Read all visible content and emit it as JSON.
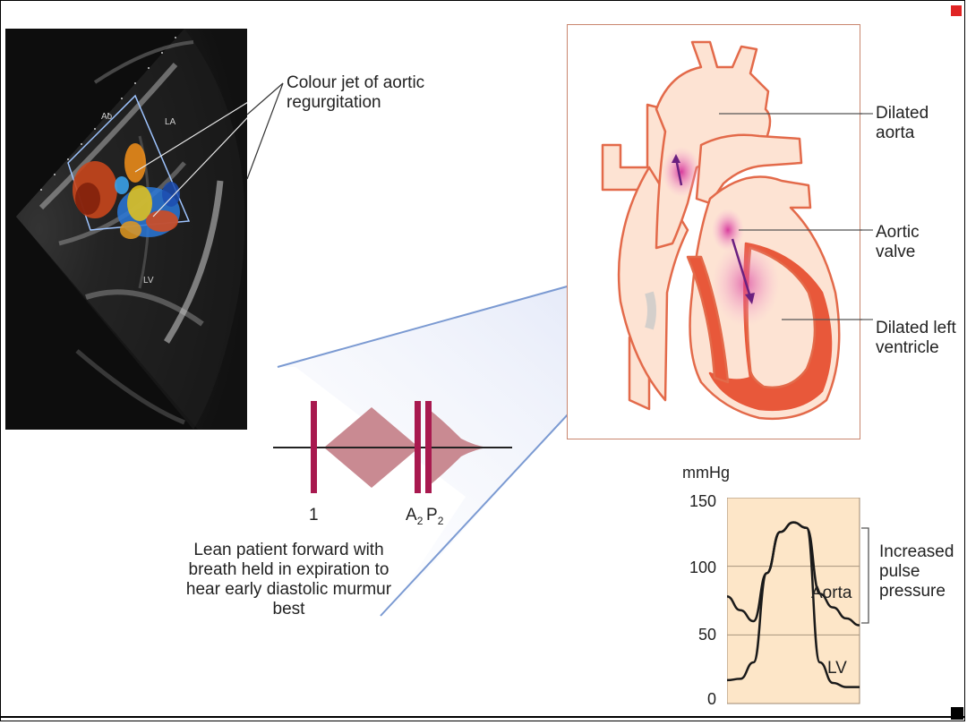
{
  "echo": {
    "labels": {
      "ao": "Ao",
      "la": "LA",
      "lv": "LV"
    },
    "callout": "Colour jet of aortic regurgitation"
  },
  "heart": {
    "labels": [
      "Dilated aorta",
      "Aortic valve",
      "Dilated left ventricle"
    ]
  },
  "phonogram": {
    "s1_label": "1",
    "a2_label": "A",
    "a2_sub": "2",
    "p2_label": "P",
    "p2_sub": "2",
    "instruction": "Lean patient forward with breath held in expiration to hear early diastolic murmur best"
  },
  "pressure_chart": {
    "unit_label": "mmHg",
    "y_ticks": [
      "150",
      "100",
      "50",
      "0"
    ],
    "aorta_label": "Aorta",
    "lv_label": "LV",
    "bracket_label": "Increased pulse pressure"
  },
  "colors": {
    "heart_outline": "#e36a4a",
    "heart_fill": "#fde3d3",
    "heart_wall": "#e8583a",
    "jet": "#d6339a",
    "arrow": "#6a2080",
    "murmur": "#c98a92",
    "heart_sound": "#a8194f",
    "chart_bg": "#fde6c8",
    "fan": "#8fa6d6"
  },
  "chart_data": {
    "type": "line",
    "ylabel": "mmHg",
    "ylim": [
      0,
      150
    ],
    "y_ticks": [
      150,
      100,
      50,
      0
    ],
    "series": [
      {
        "name": "Aorta",
        "x": [
          0,
          0.1,
          0.2,
          0.3,
          0.4,
          0.5,
          0.6,
          0.7,
          0.8,
          0.9,
          1.0
        ],
        "values": [
          78,
          68,
          60,
          95,
          125,
          132,
          128,
          80,
          70,
          62,
          57
        ]
      },
      {
        "name": "LV",
        "x": [
          0,
          0.1,
          0.2,
          0.3,
          0.4,
          0.5,
          0.6,
          0.7,
          0.8,
          0.9,
          1.0
        ],
        "values": [
          17,
          18,
          30,
          95,
          125,
          132,
          128,
          30,
          15,
          12,
          12
        ]
      }
    ]
  }
}
